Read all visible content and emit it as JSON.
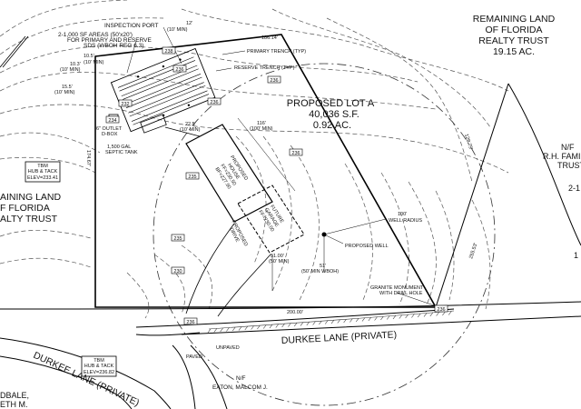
{
  "remaining_land_ne": [
    "REMAINING LAND",
    "OF FLORIDA",
    "REALTY TRUST",
    "19.15 AC."
  ],
  "remaining_land_w": [
    "AINING LAND",
    "F FLORIDA",
    "ALTY TRUST"
  ],
  "proposed_lot": [
    "PROPOSED LOT A",
    "40,036 S.F.",
    "0.92 AC."
  ],
  "nf_east": [
    "N/F",
    "R.H. FAMI",
    "TRUST"
  ],
  "nf_south": [
    "N/F",
    "EATON, MALCOM J."
  ],
  "nf_sw": [
    "DBALE,",
    "ETH M."
  ],
  "callouts": {
    "inspection_port": "INSPECTION PORT",
    "sas_area": [
      "2-1,000 SF AREAS (50'x20')",
      "FOR PRIMARY AND RESERVE",
      "SDS (WBOH REG 6.3)"
    ],
    "primary_trench": "PRIMARY TRENCH (TYP)",
    "reserve_trench": "RESERVE TRENCH (TYP)",
    "d_box": [
      "6\" OUTLET",
      "D-BOX"
    ],
    "septic_tank": [
      "1,500 GAL",
      "SEPTIC TANK"
    ],
    "proposed_well": "PROPOSED WELL",
    "well_radius": [
      "100'",
      "WELL RADIUS"
    ],
    "granite_monument": [
      "GRANITE MONUMENT",
      "WITH DRILL HOLE"
    ],
    "proposed_drive": [
      "PROPOSED",
      "DRIVE"
    ],
    "paved": "PAVED",
    "unpaved": "UNPAVED"
  },
  "dimensions": {
    "d12": "12'",
    "d12b": "(10' MIN)",
    "d10_5": "10.5'",
    "d10_5b": "(10' MIN)",
    "d10_3": "10.3'",
    "d10_3b": "(10' MIN)",
    "d15_5": "15.5'",
    "d15_5b": "(10' MIN)",
    "d22_5": "22.5'",
    "d22_5b": "(10' MIN)",
    "d116": "116'",
    "d116b": "(100' MIN)",
    "d51_00": "51.00'",
    "d51_00b": "(50' MIN)",
    "d51": "51'",
    "d51b": "(50' MIN WBOH)",
    "north_line": "186.14'",
    "east_line": "128.75'",
    "east_line2": "255.53'",
    "west_line": "174.67'",
    "south_line": "200.00'"
  },
  "house": [
    "PROPOSED",
    "HOUSE",
    "FF=230.50",
    "BF=227.50"
  ],
  "garage": [
    "FUTURE",
    "GARAGE",
    "FF=230.00"
  ],
  "tbm_1": [
    "TBM",
    "HUB & TACK",
    "ELEV=233.41"
  ],
  "tbm_2": [
    "TBM",
    "HUB & TACK",
    "ELEV=236.82"
  ],
  "spot_grades": [
    "236",
    "234",
    "232",
    "235",
    "236",
    "230",
    "236",
    "235",
    "236",
    "238",
    "236",
    "236"
  ],
  "roads": {
    "durkee_north": "DURKEE LANE (PRIVATE)",
    "durkee_south": "DURKEE LANE (PRIVATE)"
  },
  "clipped_right": [
    "2-1",
    "1"
  ]
}
